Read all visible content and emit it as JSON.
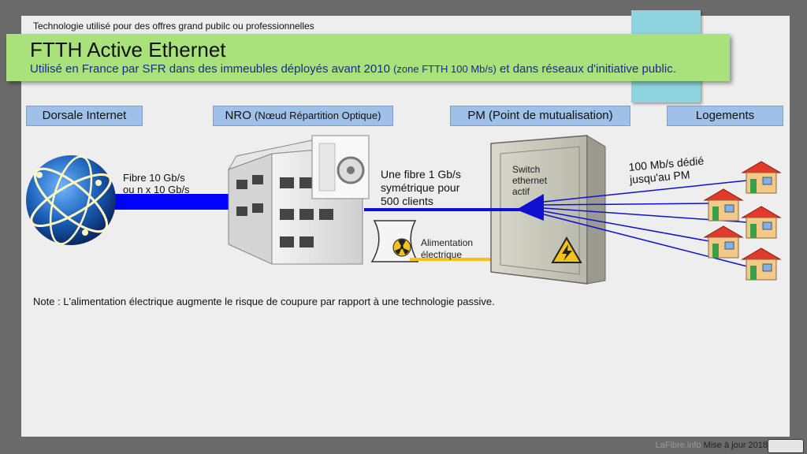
{
  "top_note": "Technologie utilisé pour des offres grand pubilc ou professionnelles",
  "title": "FTTH Active Ethernet",
  "subtitle_main": "Utilisé en France par SFR dans des immeubles déployés avant 2010",
  "subtitle_paren": "(zone FTTH 100 Mb/s)",
  "subtitle_end": "et dans réseaux d'initiative public.",
  "headers": {
    "dorsale": "Dorsale Internet",
    "nro_main": "NRO",
    "nro_detail": "(Nœud Répartition Optique)",
    "pm": "PM (Point de mutualisation)",
    "logements": "Logements"
  },
  "labels": {
    "backbone_line1": "Fibre 10 Gb/s",
    "backbone_line2": "ou n x 10 Gb/s",
    "fibre_line1": "Une fibre 1 Gb/s",
    "fibre_line2": "symétrique pour",
    "fibre_line3": "500 clients",
    "switch_line1": "Switch",
    "switch_line2": "ethernet",
    "switch_line3": "actif",
    "power_line1": "Alimentation",
    "power_line2": "électrique",
    "dedicated_line1": "100 Mb/s dédié",
    "dedicated_line2": "jusqu'au PM"
  },
  "note": "Note : L'alimentation électrique augmente le risque de coupure par rapport à une technologie passive.",
  "footer": {
    "site": "LaFibre.info",
    "update": "Mise à jour 2018"
  },
  "icons": [
    "globe-icon",
    "building-icon",
    "power-plant-icon",
    "radiation-icon",
    "cabinet-icon",
    "high-voltage-icon",
    "house-icon"
  ],
  "colors": {
    "banner": "#a9e27a",
    "header": "#9fc0e8",
    "backbone": "#0000ff",
    "fibre": "#1010d0",
    "power_line": "#f2c318"
  }
}
